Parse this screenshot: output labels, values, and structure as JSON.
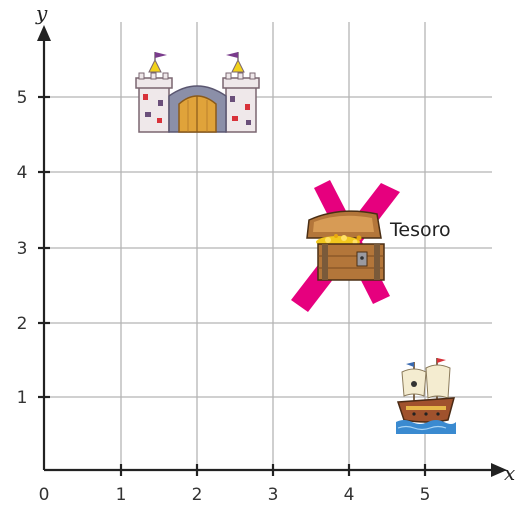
{
  "axes": {
    "x_name": "x",
    "y_name": "y",
    "x_ticks": [
      "0",
      "1",
      "2",
      "3",
      "4",
      "5"
    ],
    "y_ticks": [
      "1",
      "2",
      "3",
      "4",
      "5"
    ],
    "x_range": [
      0,
      5.9
    ],
    "y_range": [
      0,
      5.9
    ],
    "grid": true
  },
  "colors": {
    "axis": "#222222",
    "grid": "#b5b5b5",
    "x_mark": "#e6007e"
  },
  "items": {
    "castle": {
      "icon": "castle-icon",
      "x": 2,
      "y": 5
    },
    "treasure": {
      "icon": "treasure-chest-icon",
      "x": 4,
      "y": 3,
      "label": "Tesoro",
      "mark": "x-mark-icon"
    },
    "ship": {
      "icon": "pirate-ship-icon",
      "x": 5,
      "y": 1
    }
  }
}
